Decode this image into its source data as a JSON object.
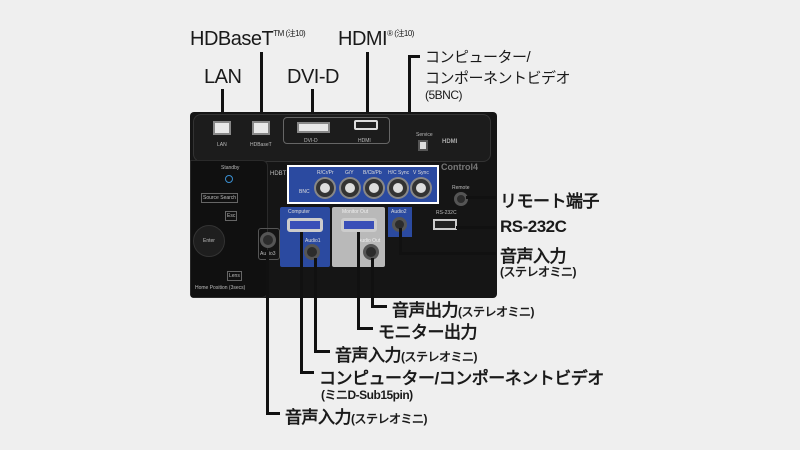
{
  "top_labels": {
    "hdbaset": "HDBaseT",
    "hdbaset_note": "TM (注10)",
    "hdmi": "HDMI",
    "hdmi_note": "® (注10)",
    "lan": "LAN",
    "dvid": "DVI-D",
    "bnc_line1": "コンピューター/",
    "bnc_line2": "コンポーネントビデオ",
    "bnc_line3": "(5BNC)"
  },
  "right_labels": {
    "remote": "リモート端子",
    "rs232c": "RS-232C",
    "audio_in": "音声入力",
    "audio_in_sub": "(ステレオミニ)"
  },
  "bottom_labels": {
    "audio_out": "音声出力",
    "audio_out_sub": "(ステレオミニ)",
    "monitor_out": "モニター出力",
    "audio_in1": "音声入力",
    "audio_in1_sub": "(ステレオミニ)",
    "computer": "コンピューター/コンポーネントビデオ",
    "computer_sub": "(ミニD-Sub15pin)",
    "audio_in3": "音声入力",
    "audio_in3_sub": "(ステレオミニ)"
  },
  "panel": {
    "lan": "LAN",
    "hdbaset": "HDBaseT",
    "dvid": "DVI-D",
    "hdmi": "HDMI",
    "service": "Service",
    "hdmi_logo": "HDMI",
    "control4": "Control4",
    "bnc": "BNC",
    "bnc_ports": [
      "R/Cr/Pr",
      "G/Y",
      "B/Cb/Pb",
      "H/C Sync",
      "V Sync"
    ],
    "remote": "Remote",
    "rs232c": "RS-232C",
    "computer": "Computer",
    "monitor_out": "Monitor Out",
    "audio1": "Audio1",
    "audio_out": "Audio Out",
    "audio2": "Audio2",
    "audio3": "Audio3",
    "hdbt": "HDBT",
    "standby": "Standby",
    "source_search": "Source Search",
    "esc": "Esc",
    "enter": "Enter",
    "lens": "Lens",
    "home_position": "Home Position (3secs)"
  }
}
